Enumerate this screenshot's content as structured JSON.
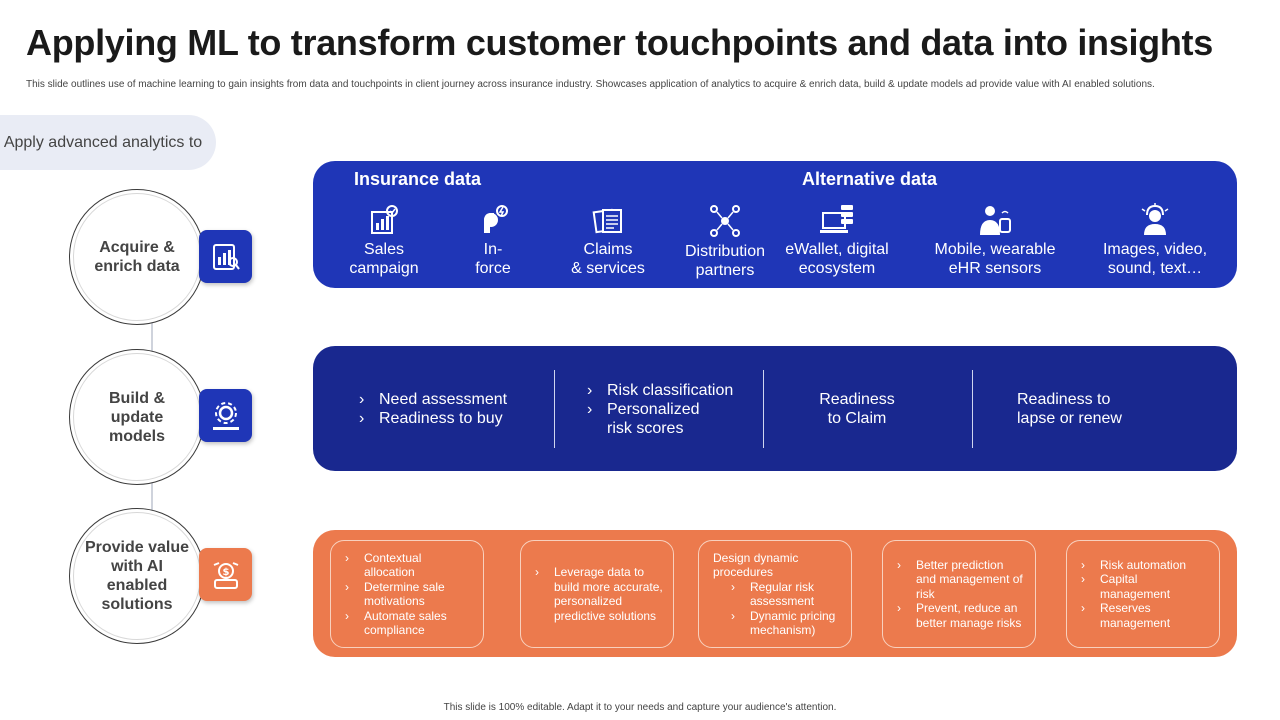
{
  "title": "Applying ML to transform customer touchpoints and data into insights",
  "subtitle": "This slide outlines use of machine learning to gain insights from data and touchpoints in client journey across insurance industry. Showcases application of analytics to acquire & enrich data, build & update models ad provide value with AI enabled solutions.",
  "apply_label": "Apply advanced analytics to",
  "stages": [
    {
      "label": "Acquire & enrich data",
      "icon": "chart-report-icon",
      "color": "#1f36b7"
    },
    {
      "label": "Build & update models",
      "icon": "model-gear-icon",
      "color": "#1f36b7"
    },
    {
      "label": "Provide value with AI enabled solutions",
      "icon": "money-hand-icon",
      "color": "#ec7a4d"
    }
  ],
  "acquire": {
    "insurance_heading": "Insurance data",
    "alternative_heading": "Alternative data",
    "sources": [
      {
        "line1": "Sales",
        "line2": "campaign",
        "icon": "sales-campaign-icon"
      },
      {
        "line1": "In-",
        "line2": "force",
        "icon": "in-force-icon"
      },
      {
        "line1": "Claims",
        "line2": "& services",
        "icon": "claims-documents-icon"
      },
      {
        "line1": "Distribution",
        "line2": "partners",
        "icon": "network-people-icon"
      },
      {
        "line1": "eWallet, digital",
        "line2": "ecosystem",
        "icon": "computer-database-icon"
      },
      {
        "line1": "Mobile, wearable",
        "line2": "eHR sensors",
        "icon": "person-wearable-icon"
      },
      {
        "line1": "Images, video,",
        "line2": "sound, text…",
        "icon": "media-person-icon"
      }
    ]
  },
  "build": {
    "col1": [
      "Need assessment",
      "Readiness to buy"
    ],
    "col2": [
      "Risk classification",
      "Personalized",
      "risk scores"
    ],
    "col3": [
      "Readiness",
      "to Claim"
    ],
    "col4": [
      "Readiness to",
      "lapse or renew"
    ]
  },
  "provide": {
    "box1": [
      "Contextual allocation",
      "Determine sale motivations",
      "Automate sales compliance"
    ],
    "box2": [
      "Leverage data to build more accurate, personalized predictive solutions"
    ],
    "box3_intro": "Design dynamic procedures",
    "box3_items": [
      "Regular risk assessment",
      "Dynamic pricing mechanism)"
    ],
    "box4": [
      "Better prediction and management of risk",
      "Prevent, reduce an better manage risks"
    ],
    "box5": [
      "Risk automation",
      "Capital management",
      "Reserves management"
    ]
  },
  "footer": "This slide is 100% editable. Adapt it to your needs and capture your audience's attention.",
  "colors": {
    "blue": "#1f36b7",
    "navy": "#19288f",
    "orange": "#ec7a4d"
  }
}
